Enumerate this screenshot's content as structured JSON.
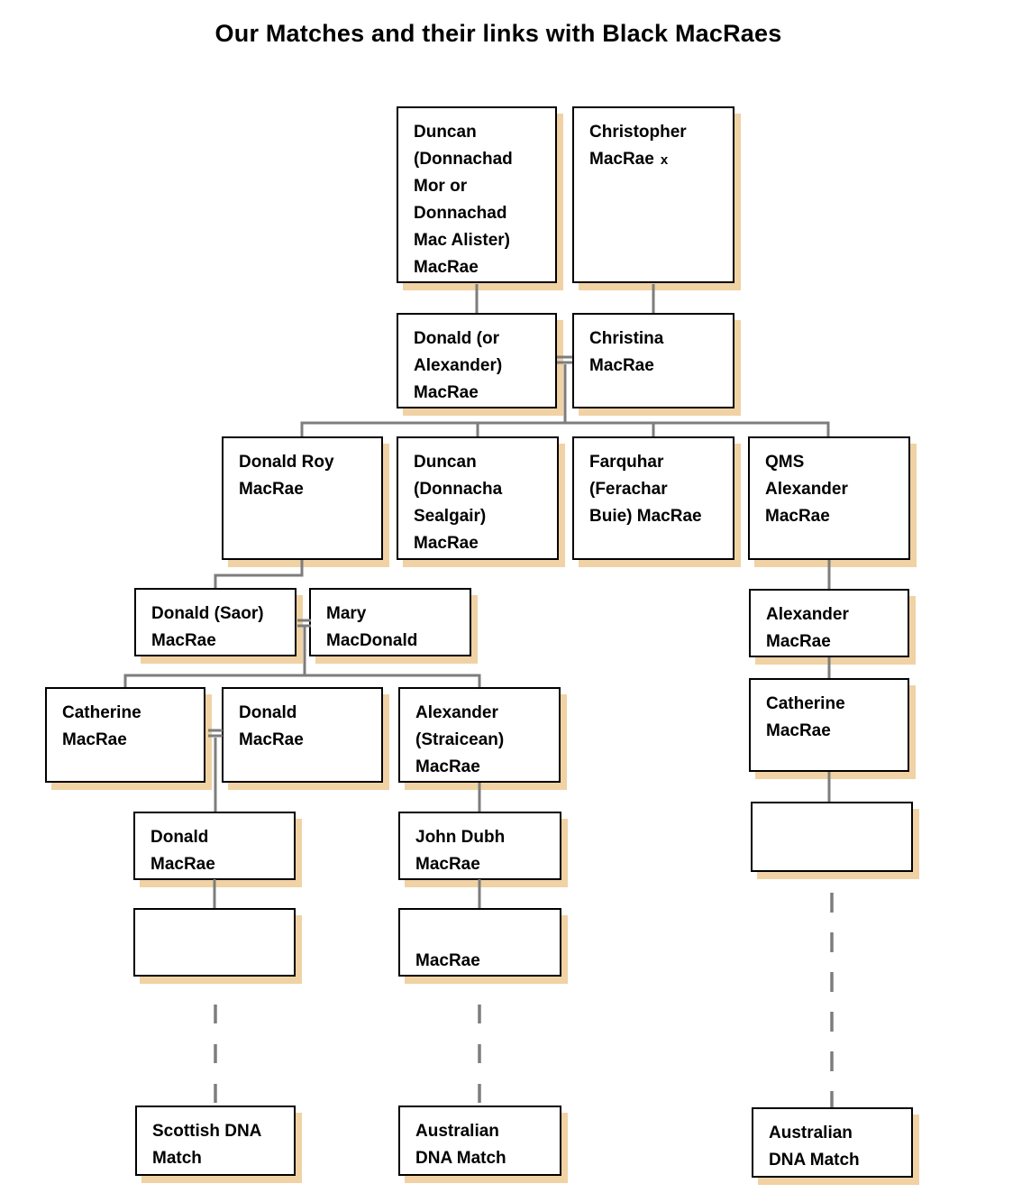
{
  "title": "Our Matches and their links with Black MacRaes",
  "colors": {
    "shadow": "#f0d2a4",
    "connector": "#7d7d7d",
    "border": "#000000",
    "text": "#000000"
  },
  "nodes": {
    "duncan_senior": {
      "lines": [
        "Duncan",
        "(Donnachad",
        "Mor or",
        "Donnachad",
        "Mac Alister)",
        "MacRae"
      ]
    },
    "christopher": {
      "lines": [
        "Christopher",
        "MacRae"
      ],
      "suffix": "x"
    },
    "donald_or_alexander": {
      "lines": [
        "Donald (or",
        "Alexander)",
        "MacRae"
      ]
    },
    "christina": {
      "lines": [
        "Christina",
        "MacRae"
      ]
    },
    "donald_roy": {
      "lines": [
        "Donald Roy",
        "MacRae"
      ]
    },
    "duncan_donnacha_sealgair": {
      "lines": [
        "Duncan",
        "(Donnacha",
        "Sealgair)",
        "MacRae"
      ]
    },
    "farquhar": {
      "lines": [
        "Farquhar",
        "(Ferachar",
        "Buie) MacRae"
      ]
    },
    "qms_alexander": {
      "lines": [
        "QMS",
        "Alexander",
        "MacRae"
      ]
    },
    "donald_saor": {
      "lines": [
        "Donald (Saor)",
        "MacRae"
      ]
    },
    "mary_macdonald": {
      "lines": [
        "Mary",
        "MacDonald"
      ]
    },
    "alexander_son_of_qms": {
      "lines": [
        "Alexander",
        "MacRae"
      ]
    },
    "catherine_left": {
      "lines": [
        "Catherine",
        "MacRae"
      ]
    },
    "donald_husband": {
      "lines": [
        "Donald",
        "MacRae"
      ]
    },
    "alexander_straicean": {
      "lines": [
        "Alexander",
        "(Straicean)",
        "MacRae"
      ]
    },
    "catherine_right": {
      "lines": [
        "Catherine",
        "MacRae"
      ]
    },
    "donald_grandson": {
      "lines": [
        "Donald",
        "MacRae"
      ]
    },
    "john_dubh": {
      "lines": [
        "John Dubh",
        "MacRae"
      ]
    },
    "unnamed_left": {
      "lines": []
    },
    "macrae_descendant": {
      "lines": [
        "",
        "MacRae"
      ]
    },
    "unnamed_right": {
      "lines": []
    },
    "scottish_dna_match": {
      "lines": [
        "Scottish DNA",
        "Match"
      ]
    },
    "australian_dna_match_middle": {
      "lines": [
        "Australian",
        "DNA Match"
      ]
    },
    "australian_dna_match_right": {
      "lines": [
        "Australian",
        "DNA Match"
      ]
    }
  }
}
